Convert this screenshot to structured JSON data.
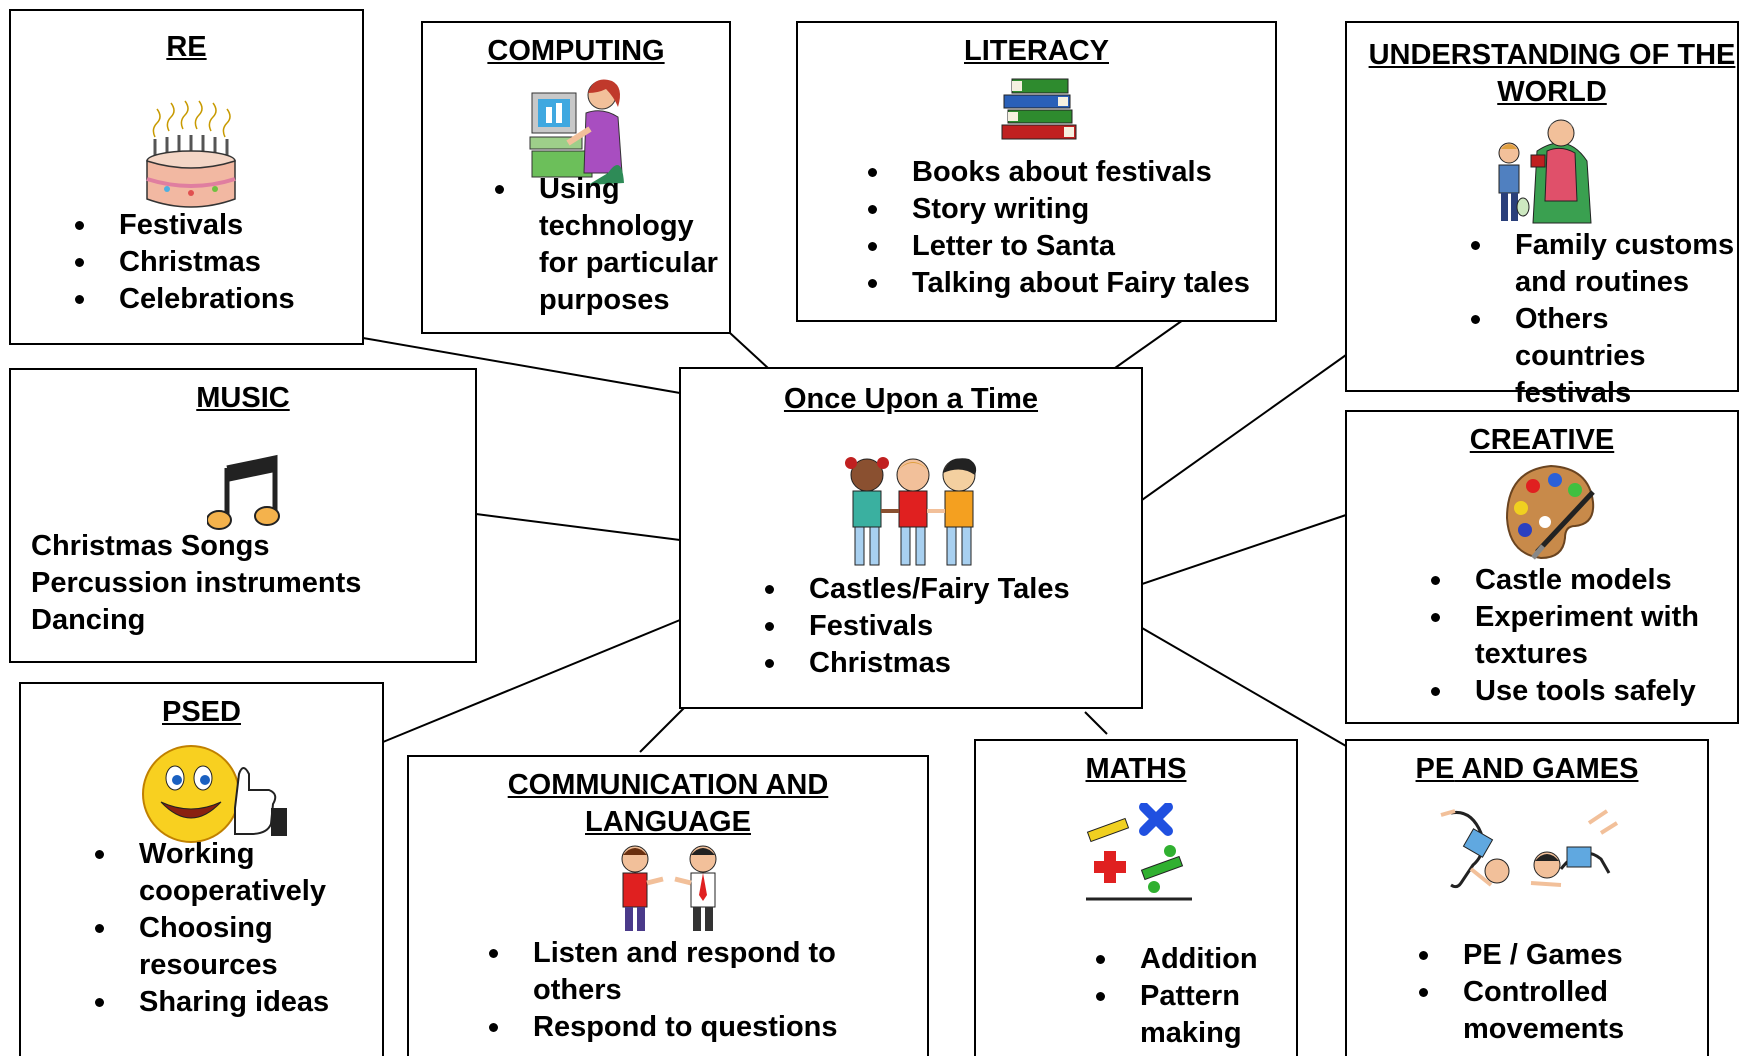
{
  "center": {
    "title": "Once Upon a Time",
    "items": [
      "Castles/Fairy Tales",
      "Festivals",
      "Christmas"
    ]
  },
  "re": {
    "title": "RE",
    "items": [
      "Festivals",
      "Christmas",
      "Celebrations"
    ]
  },
  "computing": {
    "title": "COMPUTING",
    "items": [
      "Using technology for particular purposes"
    ]
  },
  "literacy": {
    "title": "LITERACY",
    "items": [
      "Books about festivals",
      "Story writing",
      "Letter to Santa",
      "Talking about Fairy tales"
    ]
  },
  "world": {
    "title": "UNDERSTANDING OF THE WORLD",
    "items": [
      "Family customs and routines",
      "Others countries festivals"
    ]
  },
  "music": {
    "title": "MUSIC",
    "lines": [
      "Christmas Songs",
      "Percussion instruments",
      "Dancing"
    ]
  },
  "creative": {
    "title": "CREATIVE",
    "items": [
      "Castle models",
      "Experiment with textures",
      "Use tools safely"
    ]
  },
  "psed": {
    "title": "PSED",
    "items": [
      "Working cooperatively",
      "Choosing resources",
      "Sharing ideas"
    ]
  },
  "communication": {
    "title": "COMMUNICATION AND LANGUAGE",
    "items": [
      "Listen and respond to others",
      "Respond to questions"
    ]
  },
  "maths": {
    "title": "MATHS",
    "items": [
      "Addition",
      "Pattern making"
    ]
  },
  "pe": {
    "title_underlined": "PE",
    "title_rest": " AND GAMES",
    "items": [
      "PE / Games",
      "Controlled movements"
    ]
  },
  "icons": {
    "re": "birthday-cake-icon",
    "computing": "person-at-computer-icon",
    "literacy": "stack-of-books-icon",
    "world": "grandmother-and-child-icon",
    "music": "music-note-icon",
    "creative": "paint-palette-icon",
    "center": "children-holding-hands-icon",
    "psed": "smiley-thumbs-up-icon",
    "communication": "two-people-talking-icon",
    "maths": "math-symbols-icon",
    "pe": "children-exercising-icon"
  }
}
